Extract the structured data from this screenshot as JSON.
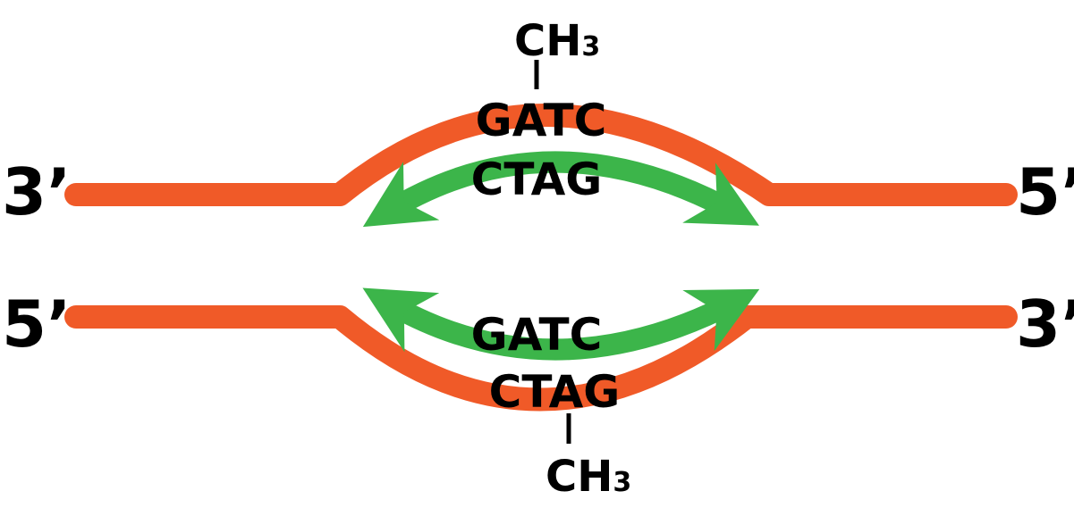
{
  "colors": {
    "strand": "#f05a28",
    "arrow": "#3cb54a",
    "text": "#000000",
    "background": "#ffffff"
  },
  "strands": {
    "top": {
      "left_end": "3’",
      "right_end": "5’"
    },
    "bottom": {
      "left_end": "5’",
      "right_end": "3’"
    }
  },
  "site": {
    "top_strand_seq": "GATC",
    "top_complement_seq": "CTAG",
    "bottom_complement_seq": "GATC",
    "bottom_strand_seq": "CTAG"
  },
  "methyl_top": {
    "base": "CH",
    "sub": "3"
  },
  "methyl_bottom": {
    "base": "CH",
    "sub": "3"
  }
}
